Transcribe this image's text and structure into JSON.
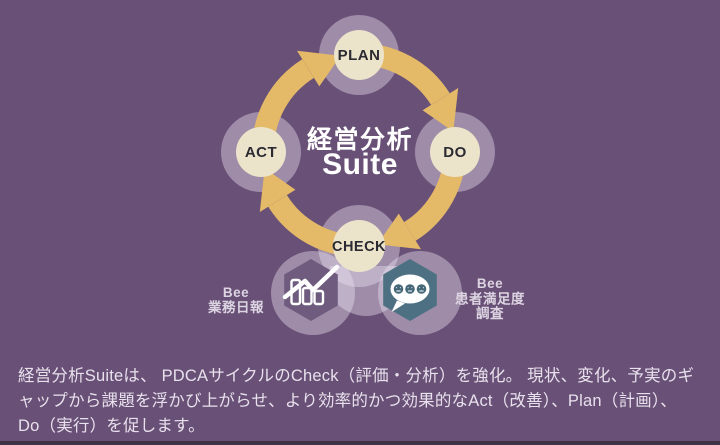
{
  "colors": {
    "background": "#695076",
    "halo_overlay": "#a08fab",
    "arrow": "#e4ba69",
    "node_fill": "#ece4ca",
    "node_text": "#2b2a32",
    "center_text": "#ffffff",
    "hex_left": "#6e5b7e",
    "hex_right": "#4d7183",
    "bubble_face": "#456879",
    "side_label_text": "#dcd4e2",
    "caption_text": "#e8e1ed"
  },
  "cycle": {
    "title_line1": "経営分析",
    "title_line2": "Suite",
    "nodes": [
      {
        "id": "plan",
        "label": "PLAN"
      },
      {
        "id": "do",
        "label": "DO"
      },
      {
        "id": "check",
        "label": "CHECK"
      },
      {
        "id": "act",
        "label": "ACT"
      }
    ]
  },
  "products": {
    "left": {
      "line1": "Bee",
      "line2": "業務日報",
      "icon": "bar-chart-trend-icon"
    },
    "right": {
      "line1": "Bee",
      "line2": "患者満足度",
      "line3": "調査",
      "icon": "chat-bubble-faces-icon"
    }
  },
  "caption": {
    "text": "経営分析Suiteは、 PDCAサイクルのCheck（評価・分析）を強化。 現状、変化、予実のギャップから課題を浮かび上がらせ、より効率的かつ効果的なAct（改善）、Plan（計画）、 Do（実行）を促します。"
  }
}
